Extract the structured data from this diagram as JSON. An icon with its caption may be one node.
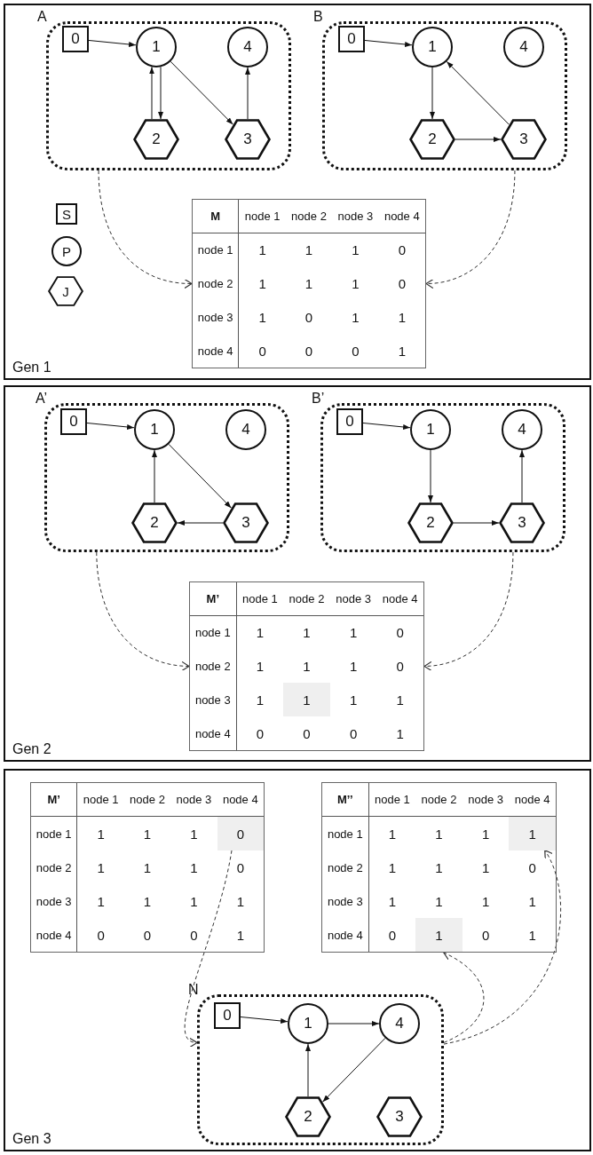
{
  "diagram": {
    "nodes": [
      {
        "text": [
          "Gen 1"
        ]
      },
      {
        "text": [
          "A"
        ],
        "in": 0
      },
      {
        "text": [
          "0"
        ],
        "in": 1
      },
      {
        "text": [
          "1"
        ],
        "in": 1
      },
      {
        "text": [
          "4"
        ],
        "in": 1
      },
      {
        "text": [
          "2"
        ],
        "in": 1
      },
      {
        "text": [
          "3"
        ],
        "in": 1
      },
      {
        "text": [
          "B"
        ],
        "in": 0
      },
      {
        "text": [
          "0"
        ],
        "in": 7
      },
      {
        "text": [
          "1"
        ],
        "in": 7
      },
      {
        "text": [
          "4"
        ],
        "in": 7
      },
      {
        "text": [
          "2"
        ],
        "in": 7
      },
      {
        "text": [
          "3"
        ],
        "in": 7
      },
      {
        "text": [
          "M",
          "node 1",
          "node 2",
          "node 3",
          "node 4",
          "node 1",
          "1",
          "1",
          "1",
          "0",
          "node 2",
          "1",
          "1",
          "1",
          "0",
          "node 3",
          "1",
          "0",
          "1",
          "1",
          "node 4",
          "0",
          "0",
          "0",
          "1"
        ],
        "in": 0
      },
      {
        "text": [
          "Gen 2"
        ]
      },
      {
        "text": [
          "A’"
        ],
        "in": 14
      },
      {
        "text": [
          "0"
        ],
        "in": 15
      },
      {
        "text": [
          "1"
        ],
        "in": 15
      },
      {
        "text": [
          "4"
        ],
        "in": 15
      },
      {
        "text": [
          "2"
        ],
        "in": 15
      },
      {
        "text": [
          "3"
        ],
        "in": 15
      },
      {
        "text": [
          "B’"
        ],
        "in": 14
      },
      {
        "text": [
          "0"
        ],
        "in": 21
      },
      {
        "text": [
          "1"
        ],
        "in": 21
      },
      {
        "text": [
          "4"
        ],
        "in": 21
      },
      {
        "text": [
          "2"
        ],
        "in": 21
      },
      {
        "text": [
          "3"
        ],
        "in": 21
      },
      {
        "text": [
          "M’",
          "node 1",
          "node 2",
          "node 3",
          "node 4",
          "node 1",
          "1",
          "1",
          "1",
          "0",
          "node 2",
          "1",
          "1",
          "1",
          "0",
          "node 3",
          "1",
          "1",
          "1",
          "1",
          "node 4",
          "0",
          "0",
          "0",
          "1"
        ],
        "in": 14
      },
      {
        "text": [
          "Gen 3"
        ]
      },
      {
        "text": [
          "M’",
          "node 1",
          "node 2",
          "node 3",
          "node 4",
          "node 1",
          "1",
          "1",
          "1",
          "node 2",
          "1",
          "1",
          "1",
          "0",
          "node 3",
          "1",
          "1",
          "1",
          "1",
          "node 4",
          "0",
          "0",
          "0",
          "1"
        ],
        "in": 28
      },
      {
        "text": [
          "0"
        ],
        "in": 29
      },
      {
        "text": [
          "M’’",
          "node 1",
          "node 2",
          "node 3",
          "node 4",
          "node 1",
          "1",
          "1",
          "1",
          "node 2",
          "1",
          "1",
          "1",
          "0",
          "node 3",
          "1",
          "1",
          "1",
          "1",
          "node 4",
          "0",
          "0",
          "1"
        ],
        "in": 28
      },
      {
        "text": [
          "1"
        ],
        "in": 31
      },
      {
        "text": [
          "1"
        ],
        "in": 31
      },
      {
        "text": [
          "N"
        ],
        "in": 28
      },
      {
        "text": [
          "0"
        ],
        "in": 34
      },
      {
        "text": [
          "1"
        ],
        "in": 34
      },
      {
        "text": [
          "4"
        ],
        "in": 34
      },
      {
        "text": [
          "2"
        ],
        "in": 34
      },
      {
        "text": [
          "3"
        ],
        "in": 34
      }
    ],
    "edges": [
      {
        "from": 2,
        "to": 3,
        "arrow": "to"
      },
      {
        "from": 3,
        "to": 5,
        "arrow": "to"
      },
      {
        "from": 5,
        "to": 3,
        "arrow": "to"
      },
      {
        "from": 3,
        "to": 6,
        "arrow": "to"
      },
      {
        "from": 6,
        "to": 4,
        "arrow": "to"
      },
      {
        "from": 8,
        "to": 9,
        "arrow": "to"
      },
      {
        "from": 9,
        "to": 11,
        "arrow": "to"
      },
      {
        "from": 11,
        "to": 12,
        "arrow": "to"
      },
      {
        "from": 12,
        "to": 9,
        "arrow": "to"
      },
      {
        "from": 1,
        "to": 13,
        "arrow": "to",
        "style": "dashed"
      },
      {
        "from": 7,
        "to": 13,
        "arrow": "to",
        "style": "dashed"
      },
      {
        "from": 16,
        "to": 17,
        "arrow": "to"
      },
      {
        "from": 17,
        "to": 20,
        "arrow": "to"
      },
      {
        "from": 20,
        "to": 19,
        "arrow": "to"
      },
      {
        "from": 19,
        "to": 17,
        "arrow": "to"
      },
      {
        "from": 22,
        "to": 23,
        "arrow": "to"
      },
      {
        "from": 23,
        "to": 25,
        "arrow": "to"
      },
      {
        "from": 25,
        "to": 26,
        "arrow": "to"
      },
      {
        "from": 26,
        "to": 24,
        "arrow": "to"
      },
      {
        "from": 15,
        "to": 27,
        "arrow": "to",
        "style": "dashed"
      },
      {
        "from": 21,
        "to": 27,
        "arrow": "to",
        "style": "dashed"
      },
      {
        "from": 30,
        "to": 34,
        "arrow": "to",
        "style": "dashed"
      },
      {
        "from": 34,
        "to": 33,
        "arrow": "to",
        "style": "dashed"
      },
      {
        "from": 34,
        "to": 32,
        "arrow": "to",
        "style": "dashed"
      },
      {
        "from": 35,
        "to": 36,
        "arrow": "to"
      },
      {
        "from": 36,
        "to": 37,
        "arrow": "to"
      },
      {
        "from": 37,
        "to": 38,
        "arrow": "to"
      },
      {
        "from": 38,
        "to": 36,
        "arrow": "to"
      }
    ],
    "legend": [
      {
        "text": "S"
      },
      {
        "text": "P"
      },
      {
        "text": "J"
      }
    ]
  }
}
